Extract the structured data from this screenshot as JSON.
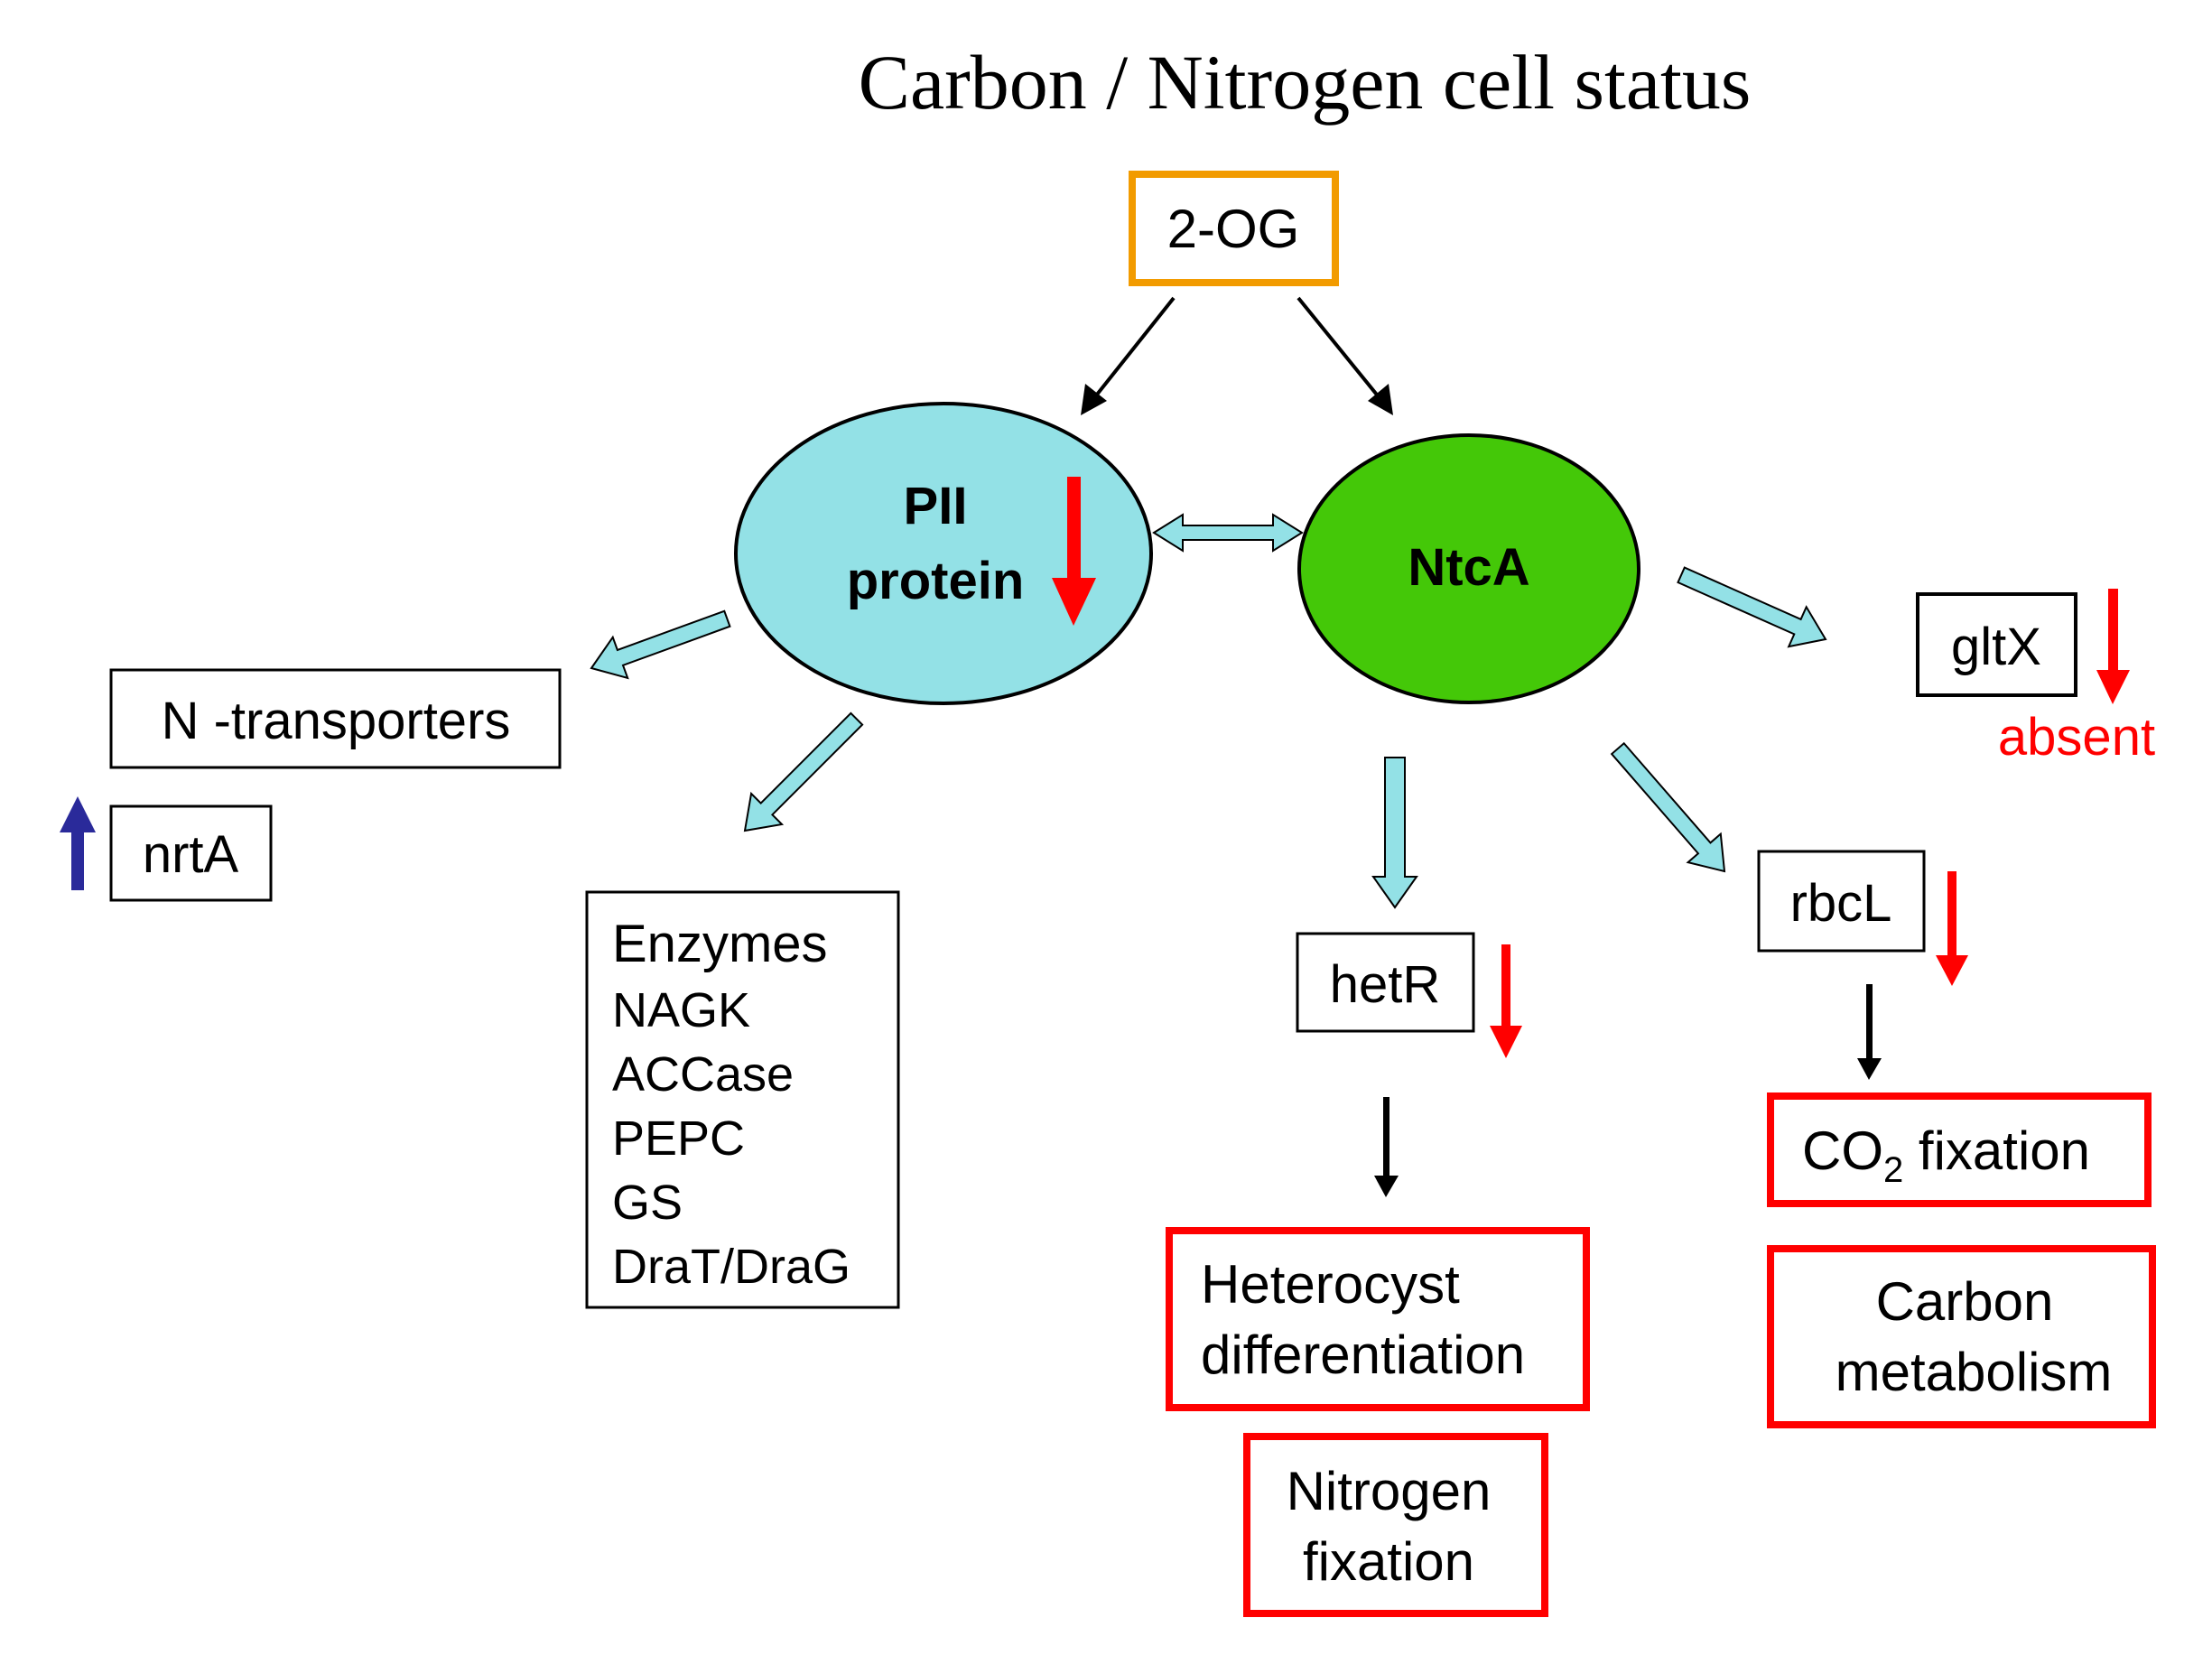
{
  "title": "Carbon / Nitrogen cell status",
  "nodes": {
    "og": "2-OG",
    "pii_line1": "PII",
    "pii_line2": "protein",
    "ntca": "NtcA",
    "n_transporters": "N -transporters",
    "nrta": "nrtA",
    "enzymes": {
      "heading": "Enzymes",
      "items": [
        "NAGK",
        "ACCase",
        "PEPC",
        "GS",
        "DraT/DraG"
      ]
    },
    "hetr": "hetR",
    "rbcl": "rbcL",
    "gltx": "gltX",
    "gltx_note": "absent",
    "heterocyst_line1": "Heterocyst",
    "heterocyst_line2": "differentiation",
    "nitrogen_line1": "Nitrogen",
    "nitrogen_line2": "fixation",
    "co2_prefix": "CO",
    "co2_sub": "2",
    "co2_suffix": " fixation",
    "carbon_line1": "Carbon",
    "carbon_line2": "metabolism"
  },
  "colors": {
    "og_border": "#f29b00",
    "pii_fill": "#93e1e6",
    "ntca_fill": "#44c808",
    "cyan_arrow": "#93e1e6",
    "red": "#ff0000",
    "blue_arrow": "#2a2a9a",
    "outcome_border": "#ff0000"
  }
}
